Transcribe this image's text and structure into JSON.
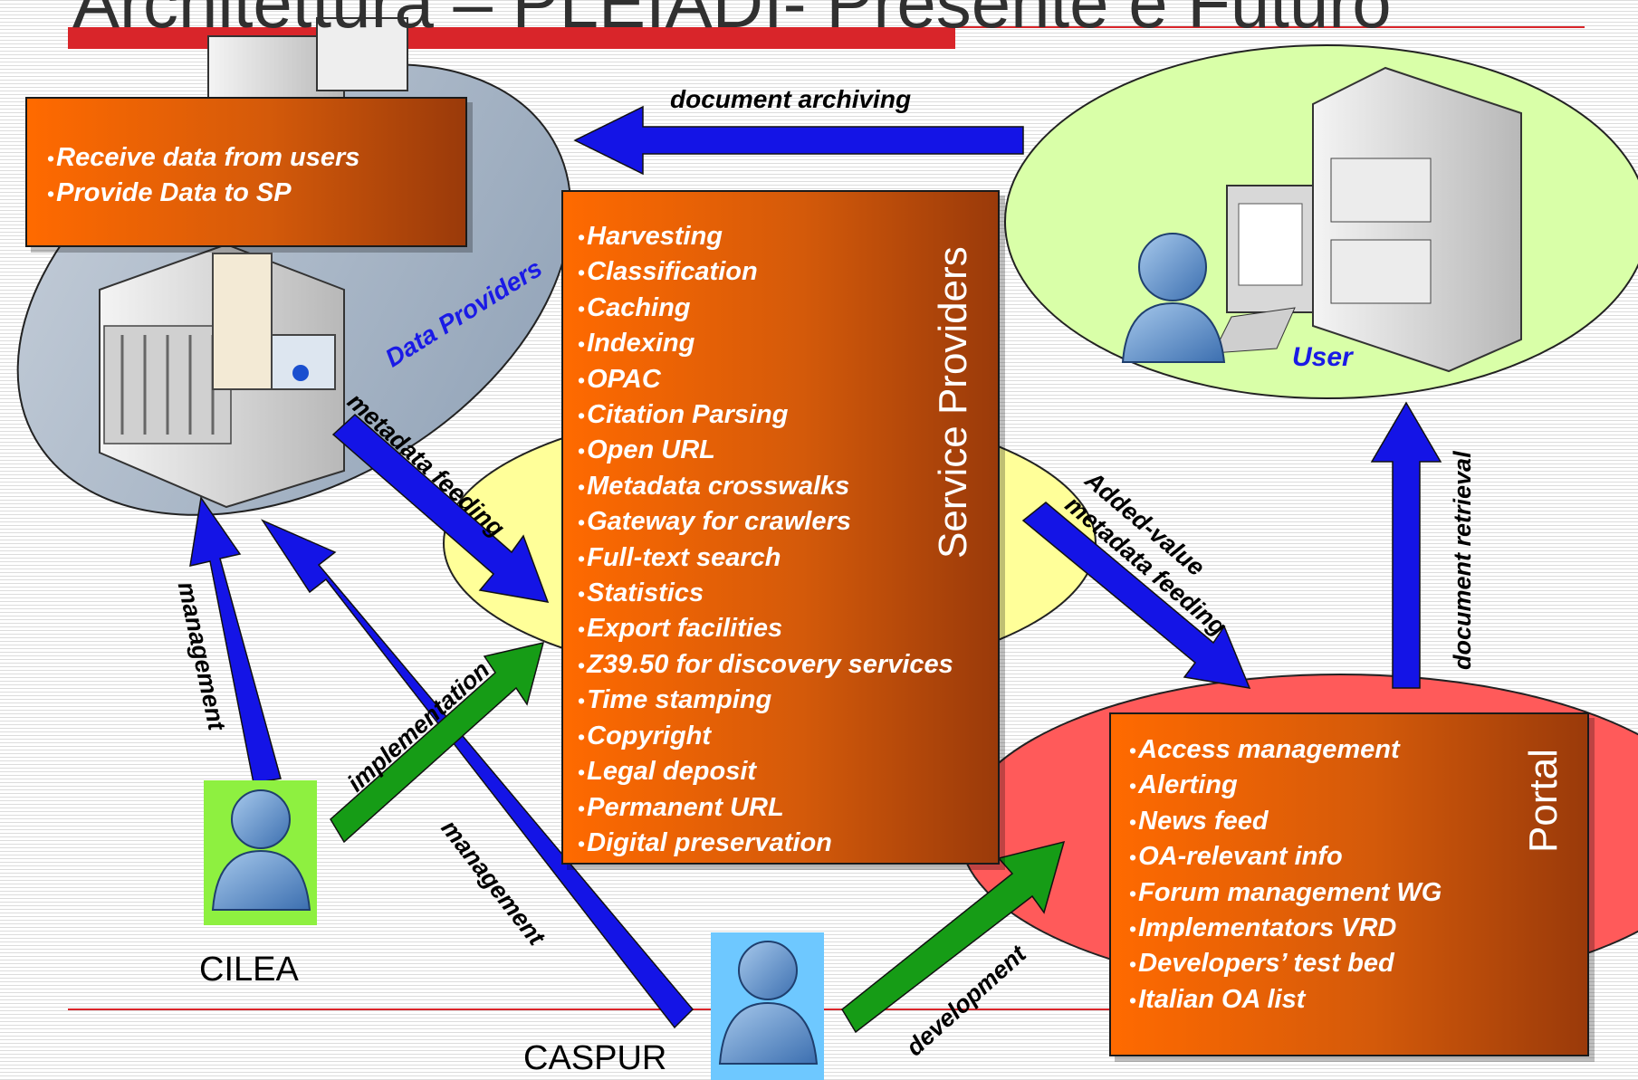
{
  "title": "Architettura – PLEIADI- Presente e Futuro",
  "colors": {
    "box_start": "#ff6a00",
    "box_end": "#9a3a0a",
    "blue_arrow": "#1414e6",
    "green_arrow": "#169c16",
    "data_providers_ellipse": "#a9b6c6",
    "user_ellipse": "#d9ffa8",
    "service_ellipse": "#ffff99",
    "portal_ellipse": "#ff5a5a",
    "cilea_bg": "#8ef040",
    "caspur_bg": "#6ec8ff"
  },
  "data_providers": {
    "label": "Data Providers",
    "items": [
      "Receive data from users",
      "Provide Data to SP"
    ]
  },
  "service_providers": {
    "label": "Service Providers",
    "items": [
      "Harvesting",
      "Classification",
      "Caching",
      "Indexing",
      "OPAC",
      "Citation Parsing",
      "Open URL",
      "Metadata crosswalks",
      "Gateway for crawlers",
      "Full-text search",
      "Statistics",
      "Export facilities",
      "Z39.50 for discovery services",
      "Time stamping",
      "Copyright",
      "Legal deposit",
      "Permanent URL",
      "Digital preservation"
    ]
  },
  "user": {
    "label": "User"
  },
  "portal": {
    "label": "Portal",
    "items": [
      "Access management",
      "Alerting",
      "News feed",
      "OA-relevant info",
      "Forum management WG",
      "Implementators VRD",
      "Developers’ test bed",
      "Italian OA list"
    ]
  },
  "orgs": {
    "cilea": "CILEA",
    "caspur": "CASPUR"
  },
  "arrows": {
    "document_archiving": "document archiving",
    "metadata_feeding": "metadata feeding",
    "added_value_1": "Added-value",
    "added_value_2": "metadata feeding",
    "document_retrieval": "document retrieval",
    "management_cilea": "management",
    "implementation": "implementation",
    "management_caspur": "management",
    "development": "development"
  }
}
